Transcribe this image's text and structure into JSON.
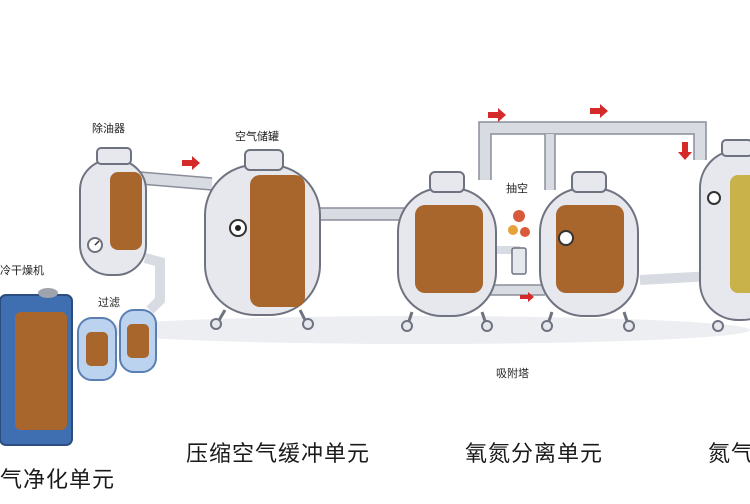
{
  "labels": {
    "oil_remover": "除油器",
    "air_tank": "空气储罐",
    "dryer": "冷干燥机",
    "filter": "过滤",
    "vacuum": "抽空",
    "adsorption_tower": "吸附塔"
  },
  "captions": {
    "purification": "气净化单元",
    "compressed_air_buffer": "压缩空气缓冲单元",
    "separation": "氧氮分离单元",
    "nitrogen": "氮气"
  },
  "colors": {
    "vessel": "#e6e8ee",
    "vessel_outline": "#6f7380",
    "pipe": "#d9dbe2",
    "window": "#a9662c",
    "arrow": "#d42a2a",
    "dryer_body": "#3f6fb0"
  }
}
